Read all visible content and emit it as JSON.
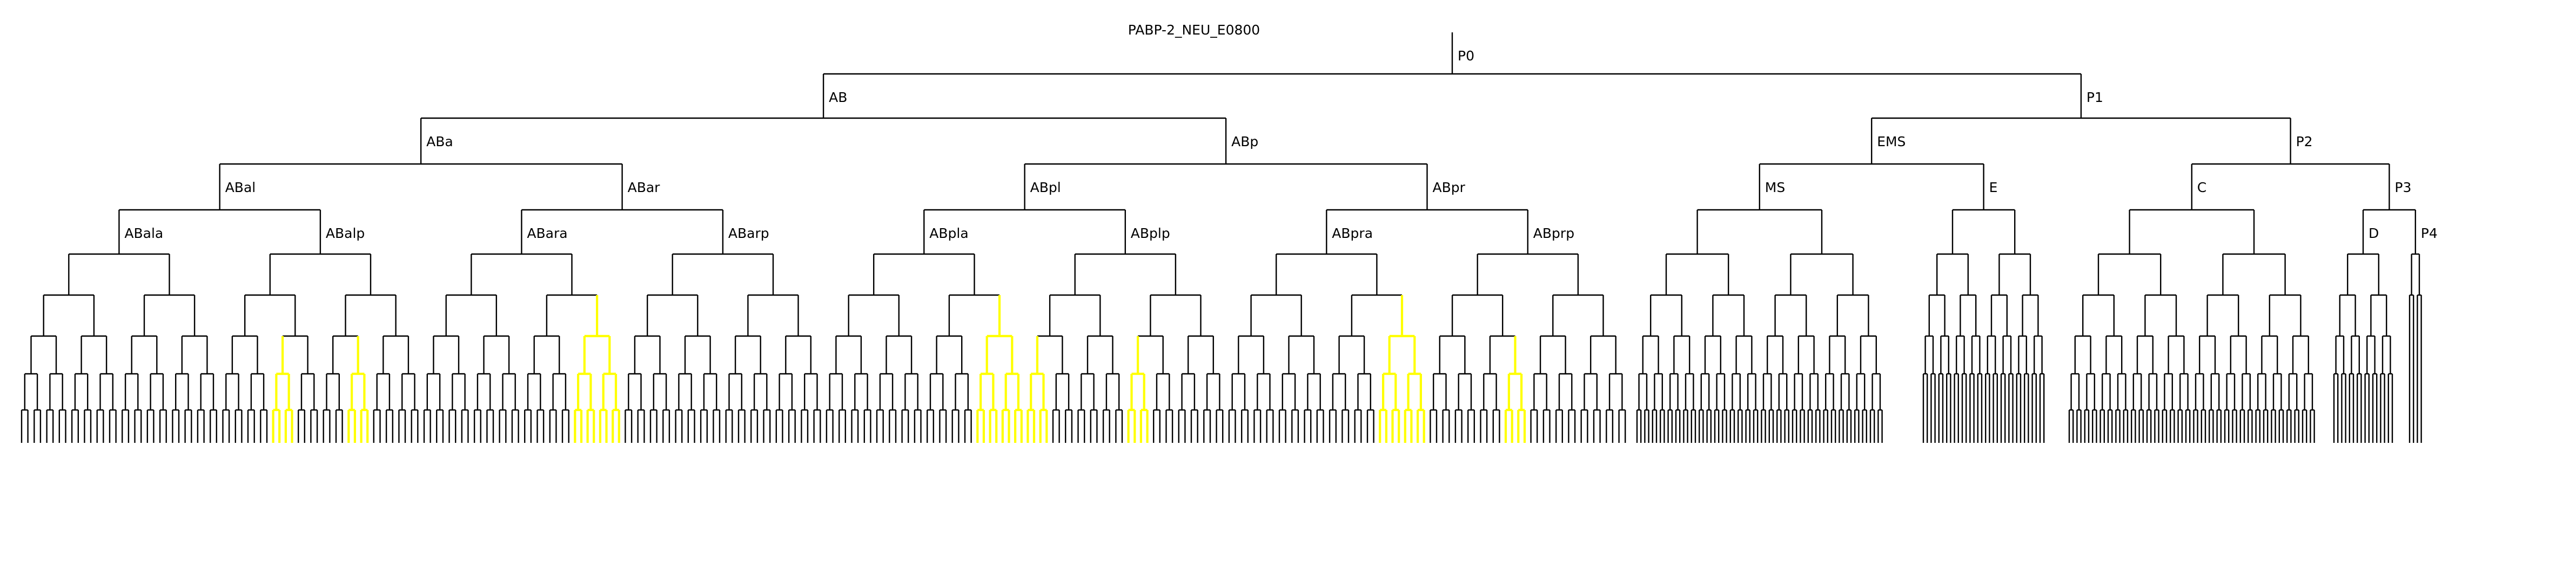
{
  "title": "PABP-2_NEU_E0800",
  "colors": {
    "line": "#000000",
    "highlight": "#ffff00",
    "background": "#ffffff",
    "text": "#000000"
  },
  "tree": {
    "label": "P0",
    "children": [
      {
        "label": "AB",
        "children": [
          {
            "label": "ABa",
            "children": [
              {
                "label": "ABal",
                "children": [
                  {
                    "label": "ABala",
                    "rounds": 5
                  },
                  {
                    "label": "ABalp",
                    "rounds": 5
                  }
                ]
              },
              {
                "label": "ABar",
                "children": [
                  {
                    "label": "ABara",
                    "rounds": 5
                  },
                  {
                    "label": "ABarp",
                    "rounds": 5
                  }
                ]
              }
            ]
          },
          {
            "label": "ABp",
            "children": [
              {
                "label": "ABpl",
                "children": [
                  {
                    "label": "ABpla",
                    "rounds": 5
                  },
                  {
                    "label": "ABplp",
                    "rounds": 5
                  }
                ]
              },
              {
                "label": "ABpr",
                "children": [
                  {
                    "label": "ABpra",
                    "rounds": 5
                  },
                  {
                    "label": "ABprp",
                    "rounds": 5
                  }
                ]
              }
            ]
          }
        ]
      },
      {
        "label": "P1",
        "children": [
          {
            "label": "EMS",
            "children": [
              {
                "label": "MS",
                "rounds": 6
              },
              {
                "label": "E",
                "rounds": 5
              }
            ]
          },
          {
            "label": "P2",
            "children": [
              {
                "label": "C",
                "rounds": 6
              },
              {
                "label": "P3",
                "children": [
                  {
                    "label": "D",
                    "rounds": 4
                  },
                  {
                    "label": "P4",
                    "rounds": 2
                  }
                ]
              }
            ]
          }
        ]
      }
    ]
  },
  "highlighted_leaf_ranges": [
    [
      40,
      44
    ],
    [
      52,
      56
    ],
    [
      88,
      96
    ],
    [
      152,
      164
    ],
    [
      176,
      180
    ],
    [
      216,
      224
    ],
    [
      236,
      240
    ]
  ]
}
